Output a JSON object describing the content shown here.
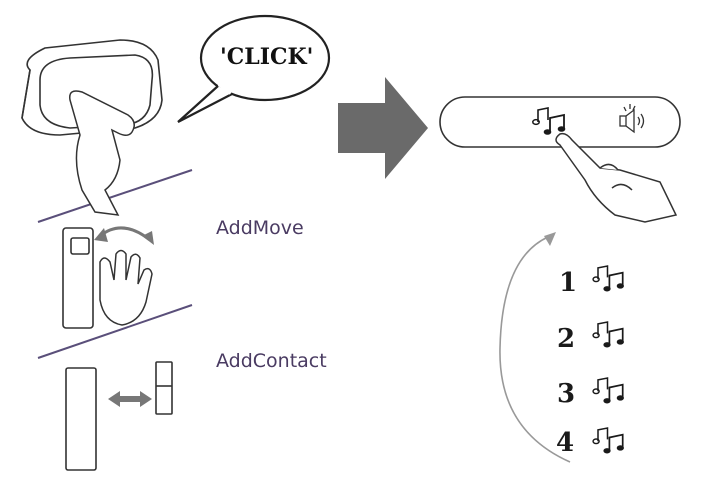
{
  "bubble": {
    "text": "'CLICK'"
  },
  "labels": {
    "add_move": "AddMove",
    "add_contact": "AddContact"
  },
  "tunes": [
    "1",
    "2",
    "3",
    "4"
  ],
  "icons": {
    "arrow": "right-arrow-icon",
    "note": "music-note-icon",
    "alarm": "alarm-speaker-icon",
    "cycle": "cycle-arrow-icon",
    "swap": "double-arrow-icon"
  },
  "colors": {
    "label": "#4a3b62",
    "arrow": "#666666",
    "line": "#5a4f7a"
  }
}
